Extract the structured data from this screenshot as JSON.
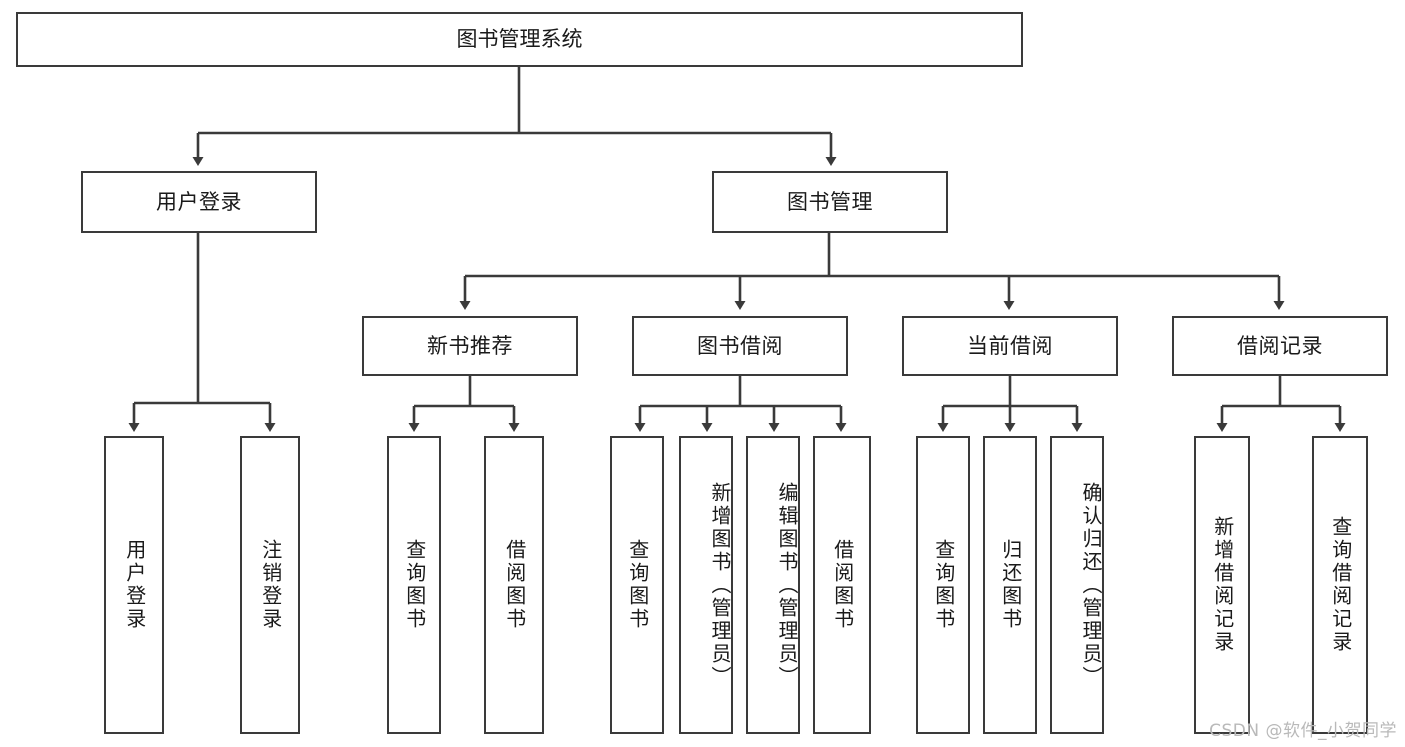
{
  "diagram": {
    "type": "tree-hierarchy",
    "title": "图书管理系统",
    "root": {
      "label": "图书管理系统"
    },
    "level2": [
      {
        "id": "user-login",
        "label": "用户登录"
      },
      {
        "id": "book-manage",
        "label": "图书管理"
      }
    ],
    "level3": [
      {
        "id": "new-book-recommend",
        "label": "新书推荐",
        "parent": "book-manage"
      },
      {
        "id": "book-borrow",
        "label": "图书借阅",
        "parent": "book-manage"
      },
      {
        "id": "current-borrow",
        "label": "当前借阅",
        "parent": "book-manage"
      },
      {
        "id": "borrow-record",
        "label": "借阅记录",
        "parent": "book-manage"
      }
    ],
    "leaves": {
      "user-login": [
        {
          "id": "leaf-user-login",
          "label": "用户登录"
        },
        {
          "id": "leaf-logout",
          "label": "注销登录"
        }
      ],
      "new-book-recommend": [
        {
          "id": "leaf-query-book-1",
          "label": "查询图书"
        },
        {
          "id": "leaf-borrow-book-1",
          "label": "借阅图书"
        }
      ],
      "book-borrow": [
        {
          "id": "leaf-query-book-2",
          "label": "查询图书"
        },
        {
          "id": "leaf-add-book",
          "label": "新增图书（管理员）"
        },
        {
          "id": "leaf-edit-book",
          "label": "编辑图书（管理员）"
        },
        {
          "id": "leaf-borrow-book-2",
          "label": "借阅图书"
        }
      ],
      "current-borrow": [
        {
          "id": "leaf-query-book-3",
          "label": "查询图书"
        },
        {
          "id": "leaf-return-book",
          "label": "归还图书"
        },
        {
          "id": "leaf-confirm-return",
          "label": "确认归还（管理员）"
        }
      ],
      "borrow-record": [
        {
          "id": "leaf-add-record",
          "label": "新增借阅记录"
        },
        {
          "id": "leaf-query-record",
          "label": "查询借阅记录"
        }
      ]
    },
    "watermark": "CSDN @软件_小贺同学",
    "colors": {
      "stroke": "#3a3a3a",
      "background": "#ffffff",
      "text": "#1a1a1a",
      "watermark": "#b9b9b9"
    }
  }
}
